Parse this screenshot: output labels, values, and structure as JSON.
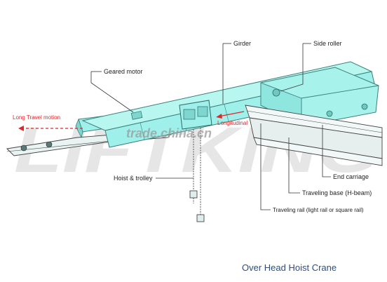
{
  "labels": {
    "girder": "Girder",
    "side_roller": "Side roller",
    "geared_motor": "Geared motor",
    "long_travel_motion": "Long Travel motion",
    "longitudinal": "Longitudinal",
    "hoist_trolley": "Hoist & trolley",
    "end_carriage": "End carriage",
    "traveling_base": "Traveling base (H-beam)",
    "traveling_rail": "Traveling rail (light rail or square rail)"
  },
  "title": "Over Head Hoist Crane",
  "watermarks": {
    "brand": "LIFTKING",
    "site": "trade.china.cn"
  },
  "colors": {
    "girder_fill": "#9ff0ea",
    "girder_stroke": "#3a7f7a",
    "arrow_red": "#e0262a",
    "title_blue": "#2a4f86"
  }
}
